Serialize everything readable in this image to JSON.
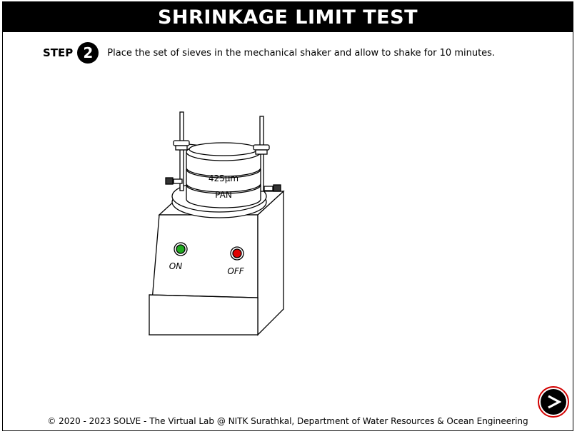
{
  "header": {
    "title": "SHRINKAGE LIMIT TEST"
  },
  "step": {
    "label": "STEP",
    "number": "2",
    "instruction": "Place the set of sieves in the mechanical shaker and allow to shake for 10 minutes."
  },
  "apparatus": {
    "sieve_label": "425μm",
    "pan_label": "PAN",
    "on_label": "ON",
    "off_label": "OFF",
    "on_color": "#1faa1f",
    "off_color": "#e00000"
  },
  "footer": {
    "text": "© 2020 - 2023 SOLVE - The Virtual Lab @ NITK Surathkal, Department of Water Resources & Ocean Engineering"
  },
  "nav": {
    "next_icon": "next-arrow-icon",
    "accent": "#d20000"
  }
}
